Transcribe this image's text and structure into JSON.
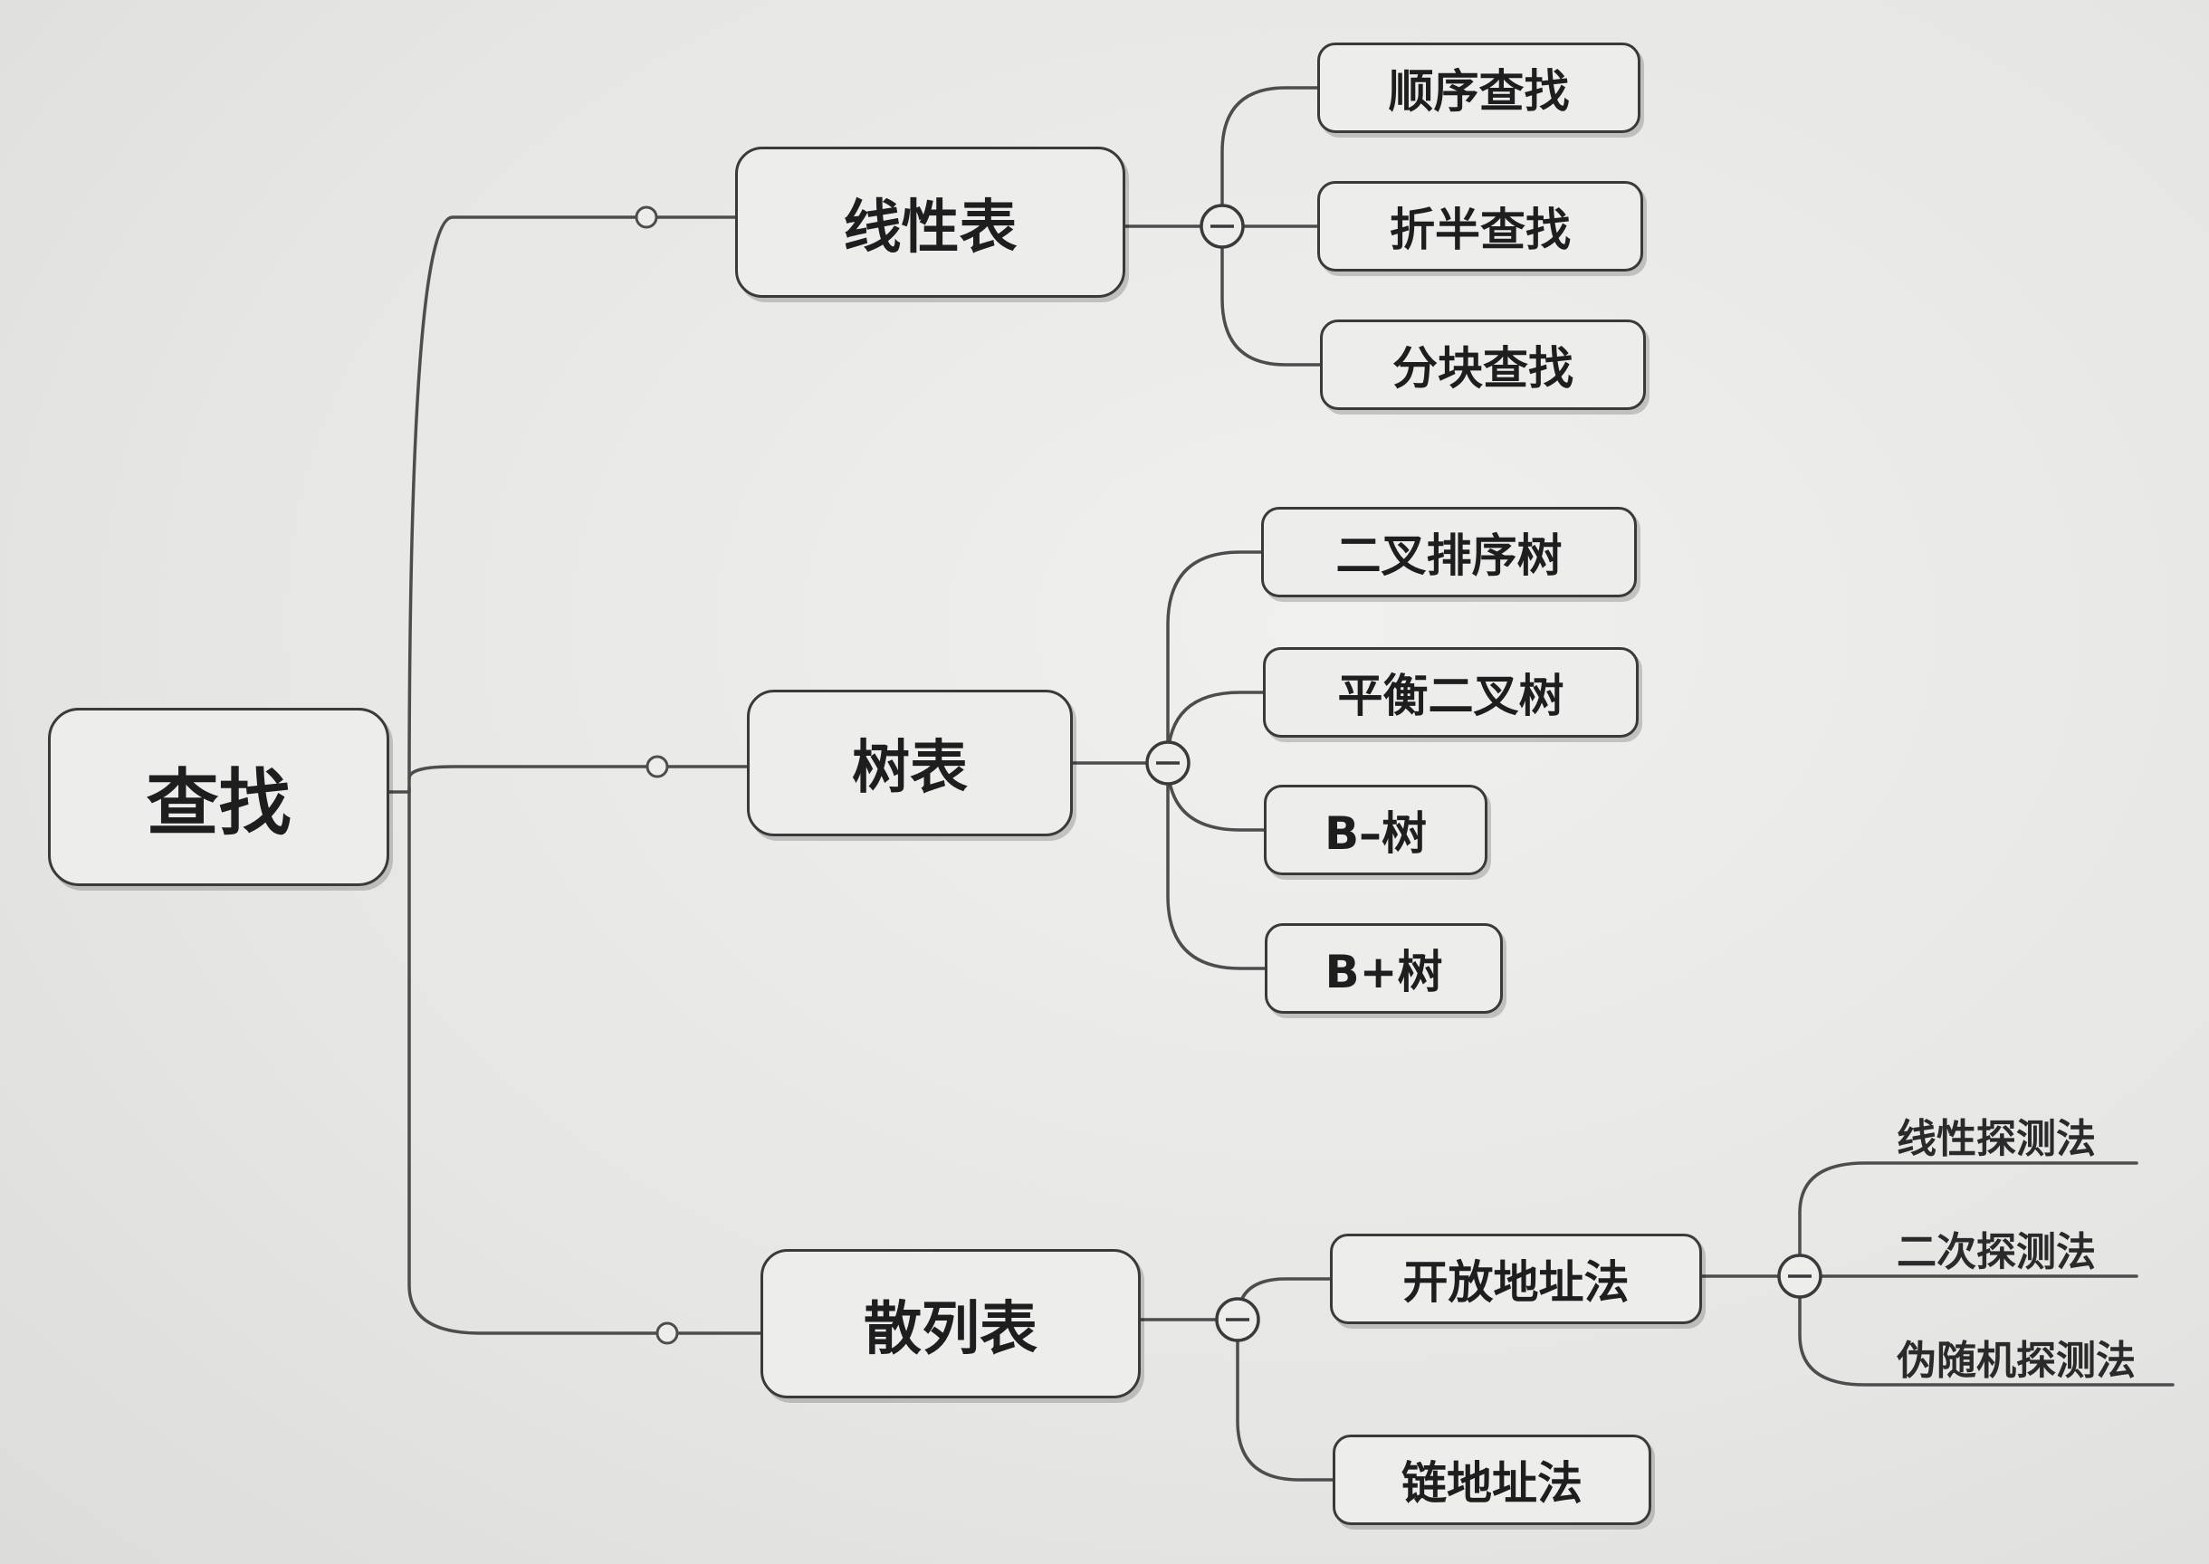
{
  "root": "查找",
  "branches": [
    {
      "label": "线性表",
      "children": [
        "顺序查找",
        "折半查找",
        "分块查找"
      ]
    },
    {
      "label": "树表",
      "children": [
        "二叉排序树",
        "平衡二叉树",
        "B–树",
        "B+树"
      ]
    },
    {
      "label": "散列表",
      "children": [
        {
          "label": "开放地址法",
          "children": [
            "线性探测法",
            "二次探测法",
            "伪随机探测法"
          ]
        },
        {
          "label": "链地址法"
        }
      ]
    }
  ]
}
